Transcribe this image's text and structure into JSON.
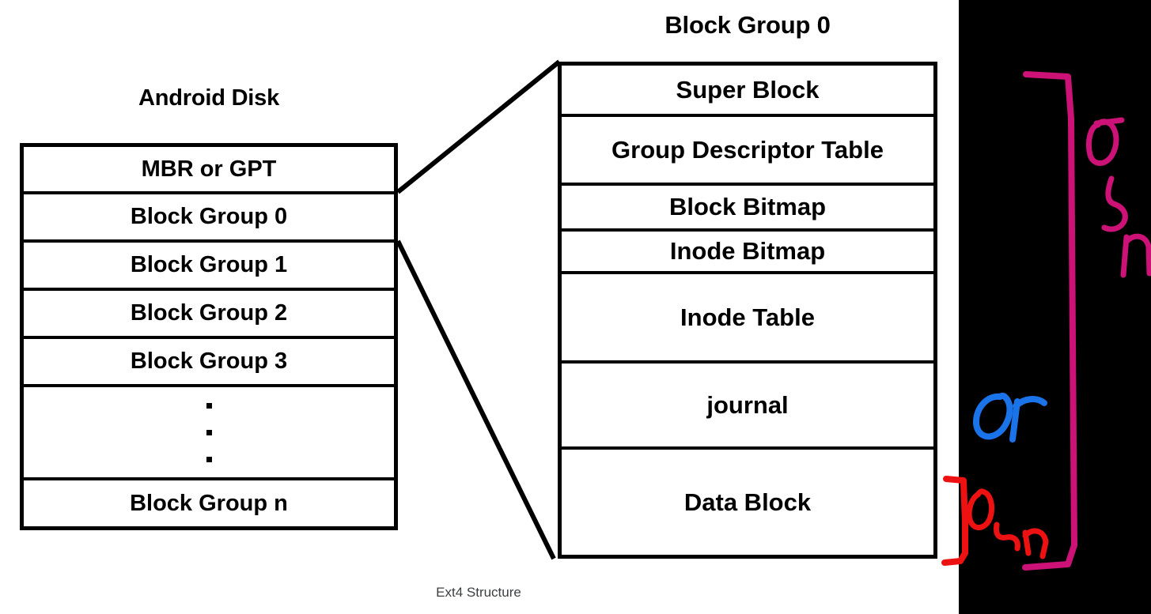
{
  "caption": "Ext4 Structure",
  "left_diagram": {
    "title": "Android Disk",
    "rows": [
      {
        "label": "MBR or GPT",
        "kind": "text"
      },
      {
        "label": "Block Group 0",
        "kind": "text"
      },
      {
        "label": "Block Group 1",
        "kind": "text"
      },
      {
        "label": "Block Group 2",
        "kind": "text"
      },
      {
        "label": "Block Group 3",
        "kind": "text"
      },
      {
        "label": "...",
        "kind": "vertical-dots"
      },
      {
        "label": "Block Group n",
        "kind": "text"
      }
    ]
  },
  "right_diagram": {
    "title": "Block Group 0",
    "rows": [
      {
        "label": "Super Block",
        "kind": "text"
      },
      {
        "label": "Group Descriptor Table",
        "kind": "text"
      },
      {
        "label": "Block Bitmap",
        "kind": "text"
      },
      {
        "label": "Inode Bitmap",
        "kind": "text"
      },
      {
        "label": "Inode Table",
        "kind": "text"
      },
      {
        "label": "journal",
        "kind": "text"
      },
      {
        "label": "Data Block",
        "kind": "text"
      }
    ]
  },
  "annotations": [
    {
      "name": "pink-brace-0-to-n",
      "text": "0~n",
      "color": "#cc1177",
      "shape": "right-brace",
      "scope": "whole-block-group"
    },
    {
      "name": "blue-or",
      "text": "or",
      "color": "#1a73e8",
      "shape": "handwriting"
    },
    {
      "name": "red-brace-0-to-n",
      "text": "0~n",
      "color": "#ee1111",
      "shape": "right-brace",
      "scope": "data-block"
    }
  ],
  "colors": {
    "stroke": "#000000",
    "panel_background": "#000000",
    "page_background": "#ffffff",
    "caption_text": "#3c4043",
    "annotation_pink": "#cc1177",
    "annotation_blue": "#1a73e8",
    "annotation_red": "#ee1111"
  }
}
